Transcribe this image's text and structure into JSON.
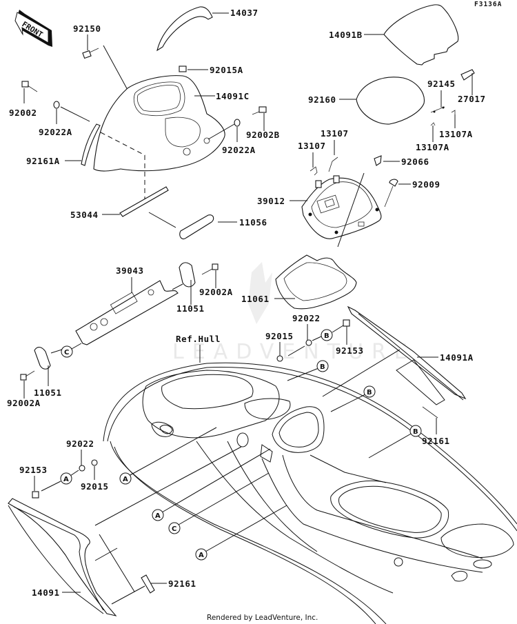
{
  "figure_code": "F3136A",
  "front_arrow": {
    "label": "FRONT",
    "icon": "front-arrow-icon"
  },
  "reference": "Ref.Hull",
  "watermark": "LEADVENTURE",
  "footer": "Rendered by LeadVenture, Inc.",
  "parts": {
    "p14037": "14037",
    "p92150": "92150",
    "p92015A": "92015A",
    "p14091C": "14091C",
    "p92002": "92002",
    "p92022A_left": "92022A",
    "p92022A_right": "92022A",
    "p92002B": "92002B",
    "p92161A": "92161A",
    "p14091B": "14091B",
    "p92160": "92160",
    "p92145": "92145",
    "p27017": "27017",
    "p13107_a": "13107",
    "p13107_b": "13107",
    "p13107A_a": "13107A",
    "p13107A_b": "13107A",
    "p92066": "92066",
    "p92009": "92009",
    "p39012": "39012",
    "p53044": "53044",
    "p11056": "11056",
    "p39043": "39043",
    "p92002A_top": "92002A",
    "p11051_top": "11051",
    "p11061": "11061",
    "p92022_right": "92022",
    "p92015_right": "92015",
    "p92153_right": "92153",
    "p14091A": "14091A",
    "p11051_left": "11051",
    "p92002A_left": "92002A",
    "p92161_right": "92161",
    "p92022_left": "92022",
    "p92153_left": "92153",
    "p92015_left": "92015",
    "p14091": "14091",
    "p92161_bottom": "92161"
  },
  "callouts": {
    "A": "A",
    "B": "B",
    "C": "C"
  }
}
